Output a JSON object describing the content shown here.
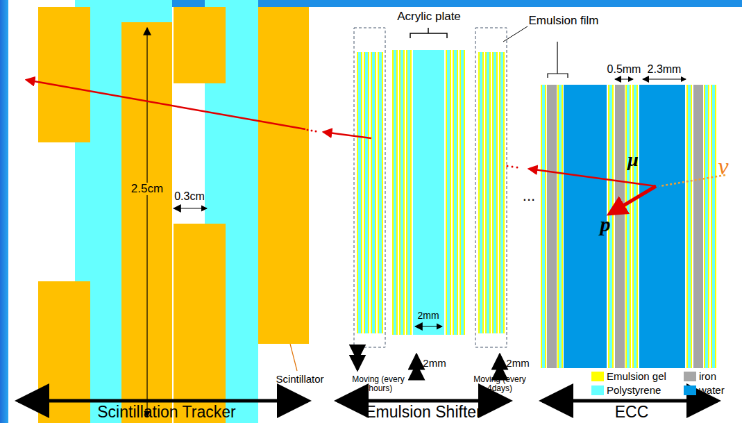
{
  "diagram": {
    "labels": [
      "Acrylic plate",
      "Emulsion film",
      "0.5mm",
      "2.3mm",
      "μ",
      "ν",
      "p",
      "0.3cm",
      "2.5cm",
      "2mm",
      "2mm",
      "2mm",
      "Moving (every 4hours)",
      "Moving (every 4days)",
      "Scintillation Tracker",
      "Emulsion Shifter",
      "ECC",
      "Scintillator",
      "..."
    ],
    "legend": [
      {
        "text": "Emulsion gel",
        "color": "#ffff00"
      },
      {
        "text": "iron",
        "color": "#a6a6a6"
      },
      {
        "text": "Polystyrene",
        "color": "#66ffff"
      },
      {
        "text": "water",
        "color": "#0099e6"
      }
    ]
  }
}
